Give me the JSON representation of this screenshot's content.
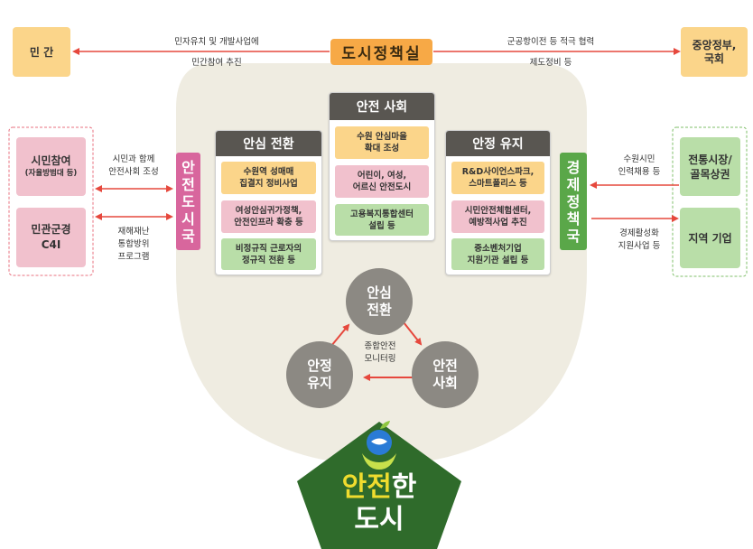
{
  "top": {
    "center_title": "도시정책실",
    "left_box": "민 간",
    "right_box_line1": "중앙정부,",
    "right_box_line2": "국회",
    "left_label_top": "민자유치 및 개발사업에",
    "left_label_bottom": "민간참여 추진",
    "right_label_top": "군공항이전 등 적극 협력",
    "right_label_bottom": "제도정비 등"
  },
  "left_side": {
    "vertical_title": [
      "안",
      "전",
      "도",
      "시",
      "국"
    ],
    "box1_line1": "시민참여",
    "box1_line2": "(자율방범대 등)",
    "box2_line1": "민관군경",
    "box2_line2": "C4I",
    "label1_line1": "시민과 함께",
    "label1_line2": "안전사회 조성",
    "label2_line1": "재해재난",
    "label2_line2": "통합방위",
    "label2_line3": "프로그램"
  },
  "right_side": {
    "vertical_title": [
      "경",
      "제",
      "정",
      "책",
      "국"
    ],
    "box1_line1": "전통시장/",
    "box1_line2": "골목상권",
    "box2": "지역 기업",
    "label1_line1": "수원시민",
    "label1_line2": "인력채용 등",
    "label2_line1": "경제활성화",
    "label2_line2": "지원사업 등"
  },
  "columns": {
    "c1": {
      "title": "안심 전환",
      "item1": [
        "수원역 성매매",
        "집결지 정비사업"
      ],
      "item2": [
        "여성안심귀가정책,",
        "안전인프라 확충 등"
      ],
      "item3": [
        "비정규직 근로자의",
        "정규직 전환 등"
      ]
    },
    "c2": {
      "title": "안전 사회",
      "item1": [
        "수원 안심마을",
        "확대 조성"
      ],
      "item2": [
        "어린이, 여성,",
        "어르신 안전도시"
      ],
      "item3": [
        "고용복지통합센터",
        "설립 등"
      ]
    },
    "c3": {
      "title": "안정 유지",
      "item1": [
        "R&D사이언스파크,",
        "스마트폴리스 등"
      ],
      "item2": [
        "시민안전체험센터,",
        "예방적사업 추진"
      ],
      "item3": [
        "중소벤처기업",
        "지원기관 설립 등"
      ]
    }
  },
  "cycle": {
    "top": [
      "안심",
      "전환"
    ],
    "right": [
      "안전",
      "사회"
    ],
    "left": [
      "안정",
      "유지"
    ],
    "center": [
      "종합안전",
      "모니터링"
    ]
  },
  "bottom": {
    "line1_a": "안전",
    "line1_b": "한",
    "line2": "도시"
  },
  "colors": {
    "yellow": "#fbd58a",
    "orange": "#f7a946",
    "pink": "#f1c1cd",
    "magenta": "#d8669d",
    "green_light": "#b9dea8",
    "green": "#5aa749",
    "dark_green": "#2f6b2b",
    "gray": "#8c8983",
    "red_arrow": "#e6483d",
    "blob": "#efece1"
  }
}
